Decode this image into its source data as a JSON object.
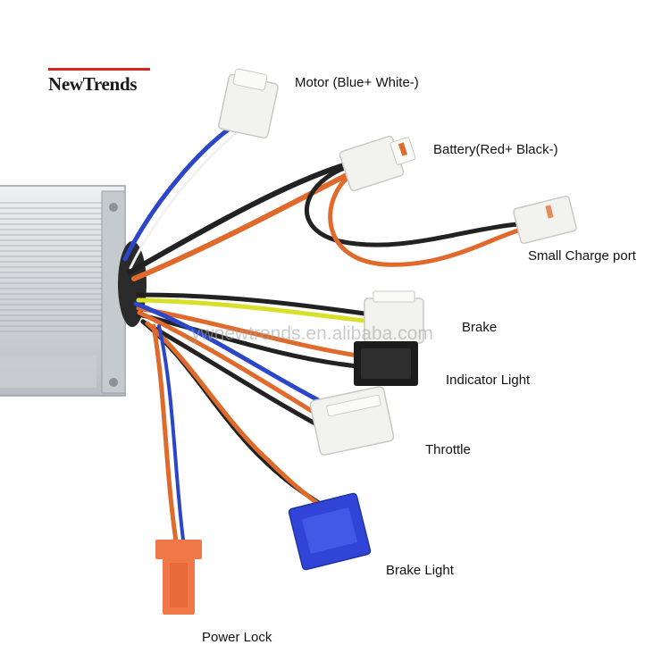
{
  "brand": {
    "logo_text": "NewTrends",
    "accent": "#d7261e"
  },
  "watermark": "ywnewtrends.en.alibaba.com",
  "labels": {
    "motor": "Motor (Blue+ White-)",
    "battery": "Battery(Red+ Black-)",
    "small_charge": "Small Charge port",
    "brake": "Brake",
    "indicator": "Indicator Light",
    "throttle": "Throttle",
    "brake_light": "Brake Light",
    "power_lock": "Power Lock"
  },
  "colors": {
    "wire_blue": "#2b46c8",
    "wire_orange": "#e06a2c",
    "wire_black": "#222222",
    "wire_yellow": "#d8e02a",
    "housing": "#d9dde0",
    "connector_white": "#f2f2ee",
    "connector_blue": "#3045d8",
    "connector_orange": "#f07848",
    "connector_black": "#1c1c1c"
  }
}
